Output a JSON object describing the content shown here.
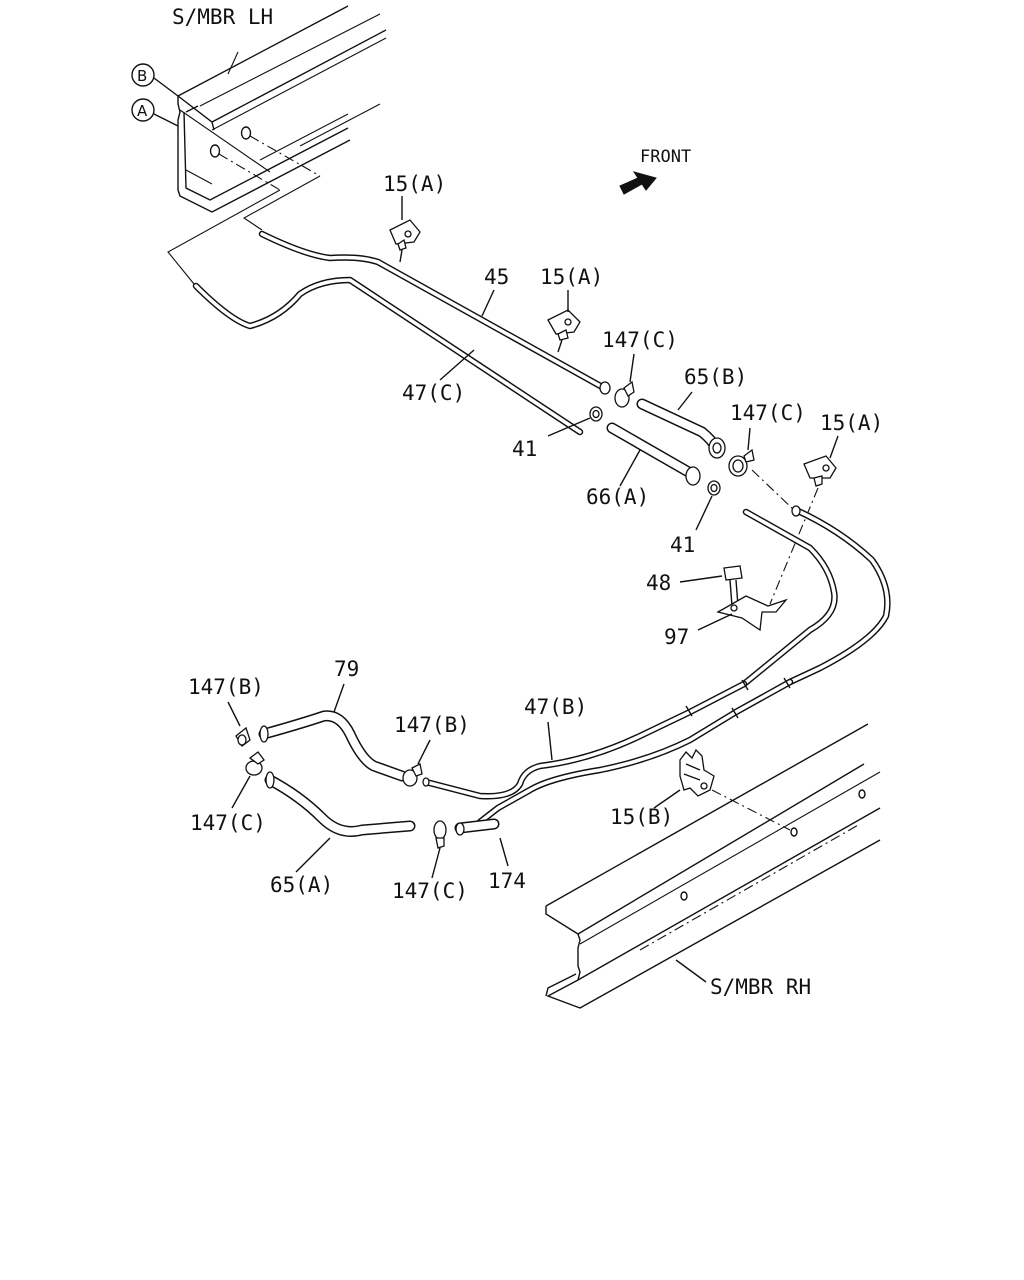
{
  "labels": {
    "smbr_lh": "S/MBR LH",
    "smbr_rh": "S/MBR RH",
    "front": "FRONT",
    "ref_b": "B",
    "ref_a": "A",
    "p15a_1": "15(A)",
    "p15a_2": "15(A)",
    "p15a_3": "15(A)",
    "p15b": "15(B)",
    "p45": "45",
    "p47c": "47(C)",
    "p47b": "47(B)",
    "p147c_1": "147(C)",
    "p147c_2": "147(C)",
    "p147c_3": "147(C)",
    "p147c_4": "147(C)",
    "p147b_1": "147(B)",
    "p147b_2": "147(B)",
    "p65b": "65(B)",
    "p65a": "65(A)",
    "p66a": "66(A)",
    "p41_1": "41",
    "p41_2": "41",
    "p48": "48",
    "p97": "97",
    "p79": "79",
    "p174": "174"
  }
}
